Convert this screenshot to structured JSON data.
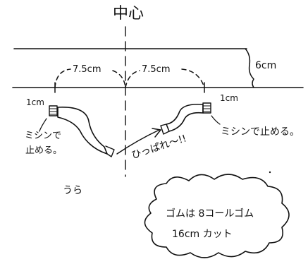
{
  "labels": {
    "center": "中心",
    "height": "6cm",
    "left_span": "7.5cm",
    "right_span": "7.5cm",
    "left_edge": "1cm",
    "right_edge": "1cm",
    "left_note_line1": "ミシンで",
    "left_note_line2": "止める。",
    "right_note": "ミシンで止める。",
    "pull": "ひっぱれ〜!!",
    "back_side": "うら",
    "cloud_line1": "ゴムは 8コールゴム",
    "cloud_line2": "16cm カット"
  },
  "colors": {
    "ink": "#111111",
    "paper": "#ffffff"
  }
}
